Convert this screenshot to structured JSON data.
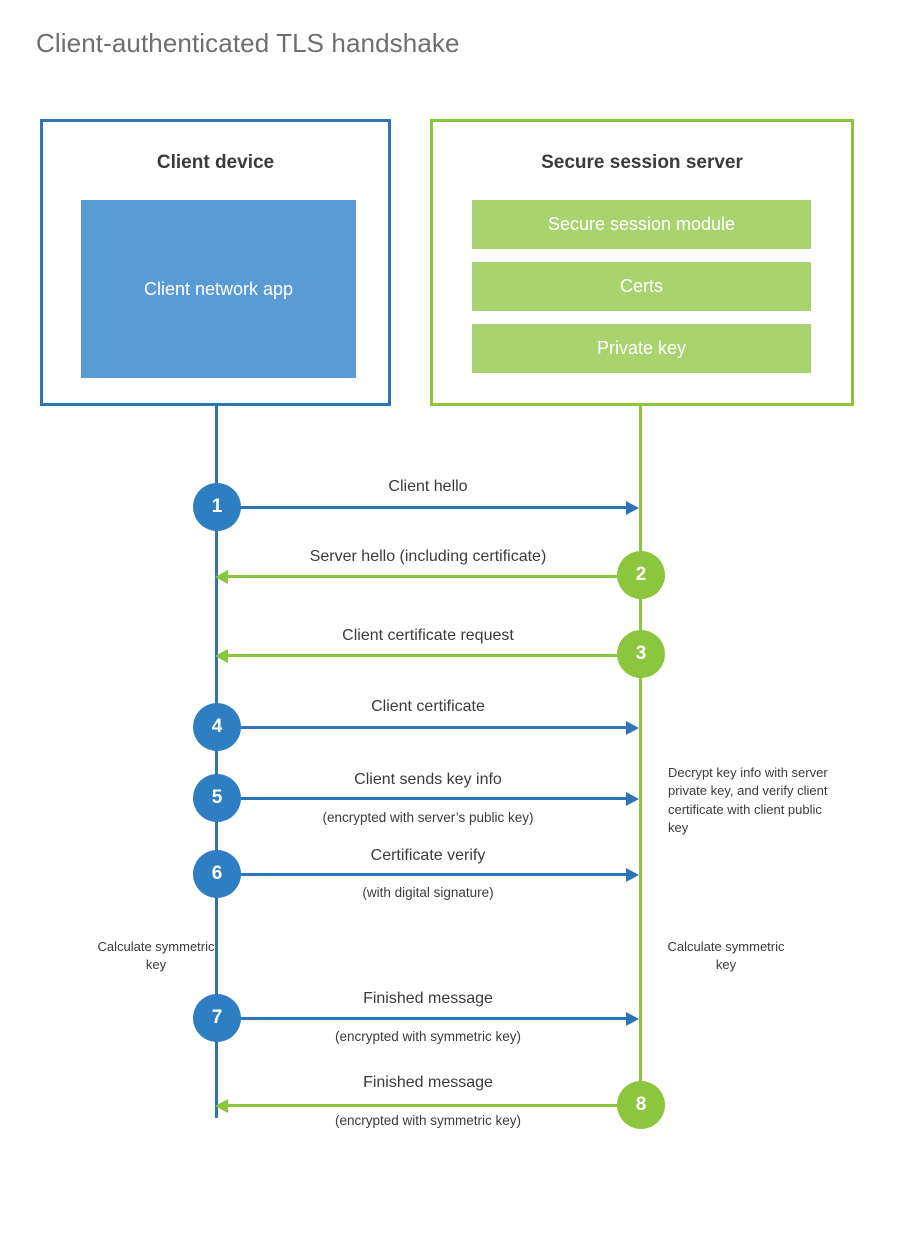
{
  "title": "Client-authenticated TLS handshake",
  "colors": {
    "client_border": "#2e75b6",
    "client_fill": "#5b9bd5",
    "server_border": "#8cc63f",
    "server_fill": "#a9d36e",
    "client_step": "#2e7fc1",
    "server_step": "#8cc63f",
    "text": "#3b3b3b",
    "title_text": "#6d6e71"
  },
  "client": {
    "title": "Client device",
    "app_label": "Client network app"
  },
  "server": {
    "title": "Secure session server",
    "items": [
      {
        "label": "Secure session module"
      },
      {
        "label": "Certs"
      },
      {
        "label": "Private key"
      }
    ]
  },
  "steps": [
    {
      "number": "1",
      "label": "Client hello",
      "sublabel": "",
      "direction": "right",
      "color": "blue"
    },
    {
      "number": "2",
      "label": "Server hello (including certificate)",
      "sublabel": "",
      "direction": "left",
      "color": "green"
    },
    {
      "number": "3",
      "label": "Client certificate request",
      "sublabel": "",
      "direction": "left",
      "color": "green"
    },
    {
      "number": "4",
      "label": "Client certificate",
      "sublabel": "",
      "direction": "right",
      "color": "blue"
    },
    {
      "number": "5",
      "label": "Client sends key info",
      "sublabel": "(encrypted with server’s public key)",
      "direction": "right",
      "color": "blue"
    },
    {
      "number": "6",
      "label": "Certificate verify",
      "sublabel": "(with digital signature)",
      "direction": "right",
      "color": "blue"
    },
    {
      "number": "7",
      "label": "Finished message",
      "sublabel": "(encrypted with symmetric key)",
      "direction": "right",
      "color": "blue"
    },
    {
      "number": "8",
      "label": "Finished message",
      "sublabel": "(encrypted with symmetric key)",
      "direction": "left",
      "color": "green"
    }
  ],
  "annotations": {
    "server_decrypt": "Decrypt key info with server private key, and verify client certificate with client public key",
    "client_calculate": "Calculate symmetric key",
    "server_calculate": "Calculate symmetric key"
  }
}
